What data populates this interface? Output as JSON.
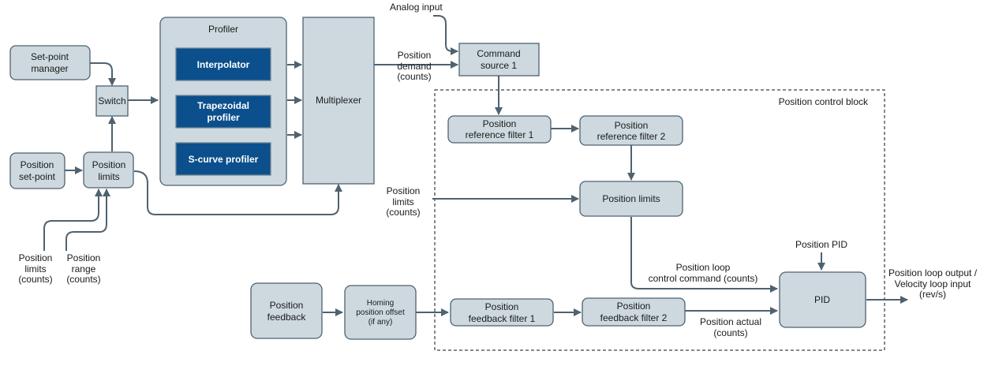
{
  "labels": {
    "analog_input": "Analog input",
    "setpoint_manager_1": "Set-point",
    "setpoint_manager_2": "manager",
    "switch": "Switch",
    "position_setpoint_1": "Position",
    "position_setpoint_2": "set-point",
    "position_limits_box_1": "Position",
    "position_limits_box_2": "limits",
    "profiler": "Profiler",
    "interpolator": "Interpolator",
    "trapezoidal_1": "Trapezoidal",
    "trapezoidal_2": "profiler",
    "scurve": "S-curve profiler",
    "multiplexer": "Multiplexer",
    "position_demand_1": "Position",
    "position_demand_2": "demand",
    "position_demand_3": "(counts)",
    "command_source_1": "Command",
    "command_source_2": "source 1",
    "position_control_block": "Position control block",
    "ref_filter1_1": "Position",
    "ref_filter1_2": "reference filter 1",
    "ref_filter2_1": "Position",
    "ref_filter2_2": "reference filter 2",
    "pos_limits_input_1": "Position",
    "pos_limits_input_2": "limits",
    "pos_limits_input_3": "(counts)",
    "pos_limits_block": "Position limits",
    "bottom_limits_1": "Position",
    "bottom_limits_2": "limits",
    "bottom_limits_3": "(counts)",
    "bottom_range_1": "Position",
    "bottom_range_2": "range",
    "bottom_range_3": "(counts)",
    "position_pid": "Position PID",
    "loop_cmd_1": "Position loop",
    "loop_cmd_2": "control command (counts)",
    "pid": "PID",
    "output_1": "Position loop output /",
    "output_2": "Velocity loop input",
    "output_3": "(rev/s)",
    "pos_feedback_1": "Position",
    "pos_feedback_2": "feedback",
    "homing_1": "Homing",
    "homing_2": "position offset",
    "homing_3": "(if any)",
    "fb_filter1_1": "Position",
    "fb_filter1_2": "feedback filter 1",
    "fb_filter2_1": "Position",
    "fb_filter2_2": "feedback filter 2",
    "pos_actual_1": "Position actual",
    "pos_actual_2": "(counts)"
  }
}
